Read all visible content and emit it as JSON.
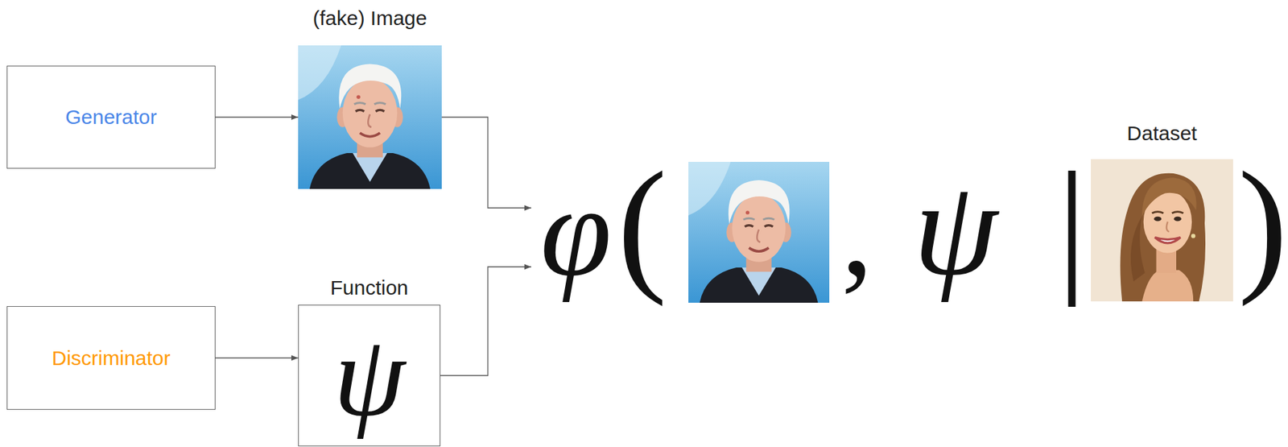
{
  "diagram": {
    "nodes": [
      {
        "text": [
          "Generator"
        ]
      },
      {
        "text": [
          "(fake) Image"
        ]
      },
      {
        "text": [
          "Discriminator"
        ]
      },
      {
        "text": [
          "Function",
          "ψ"
        ]
      },
      {
        "text": [
          "φ",
          "(",
          ",",
          "ψ",
          "|",
          ")"
        ]
      },
      {
        "text": [
          "Dataset"
        ],
        "in": 4
      }
    ],
    "edges": [
      {
        "from": 0,
        "to": 1,
        "arrow": "to"
      },
      {
        "from": 2,
        "to": 3,
        "arrow": "to"
      },
      {
        "from": 1,
        "to": 4,
        "arrow": "to"
      },
      {
        "from": 3,
        "to": 4,
        "arrow": "to"
      }
    ]
  }
}
